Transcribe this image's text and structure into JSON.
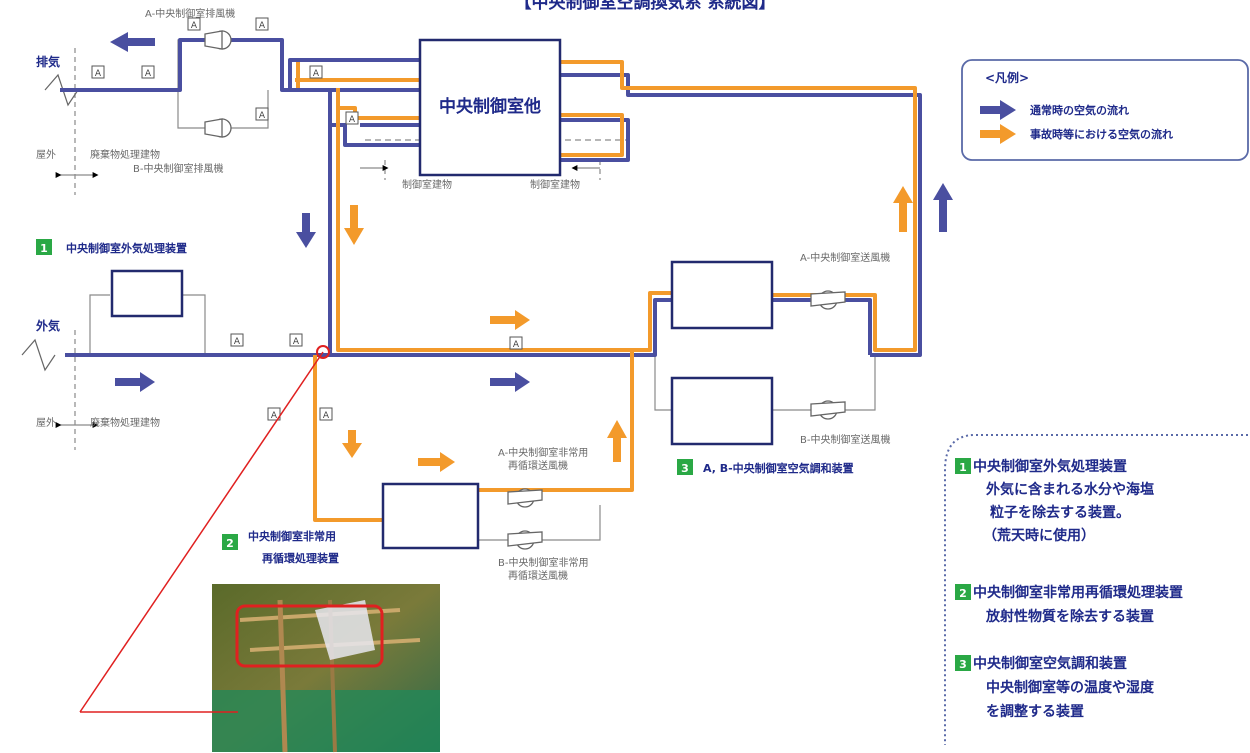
{
  "title": "【中央制御室空調換気系 系統図】",
  "control_room_label": "中央制御室他",
  "legend": {
    "title": "<凡例>",
    "normal_flow": "通常時の空気の流れ",
    "accident_flow": "事故時等における空気の流れ",
    "colors": {
      "normal": "#4a4fa0",
      "accident": "#f39a2b",
      "box_border": "#5a6aa8"
    }
  },
  "labels": {
    "exhaust": "排気",
    "outside_air": "外気",
    "outdoor_1": "屋外",
    "outdoor_2": "屋外",
    "waste_bldg_1": "廃棄物処理建物",
    "waste_bldg_2": "廃棄物処理建物",
    "ctrl_bldg_1": "制御室建物",
    "ctrl_bldg_2": "制御室建物",
    "fan_a_exhaust": "A-中央制御室排風機",
    "fan_b_exhaust": "B-中央制御室排風機",
    "fan_a_supply": "A-中央制御室送風機",
    "fan_b_supply": "B-中央制御室送風機",
    "fan_a_recirc_1": "A-中央制御室非常用",
    "fan_a_recirc_2": "再循環送風機",
    "fan_b_recirc_1": "B-中央制御室非常用",
    "fan_b_recirc_2": "再循環送風機",
    "damper": "A"
  },
  "callouts": {
    "c1": {
      "num": "1",
      "text": "中央制御室外気処理装置"
    },
    "c2": {
      "num": "2",
      "line1": "中央制御室非常用",
      "line2": "再循環処理装置"
    },
    "c3": {
      "num": "3",
      "text": "A, B-中央制御室空気調和装置"
    }
  },
  "notes": [
    {
      "num": "1",
      "title": "中央制御室外気処理装置",
      "lines": [
        "外気に含まれる水分や海塩",
        "粒子を除去する装置。",
        "（荒天時に使用）"
      ]
    },
    {
      "num": "2",
      "title": "中央制御室非常用再循環処理装置",
      "lines": [
        "放射性物質を除去する装置"
      ]
    },
    {
      "num": "3",
      "title": "中央制御室空気調和装置",
      "lines": [
        "中央制御室等の温度や湿度",
        "を調整する装置"
      ]
    }
  ]
}
